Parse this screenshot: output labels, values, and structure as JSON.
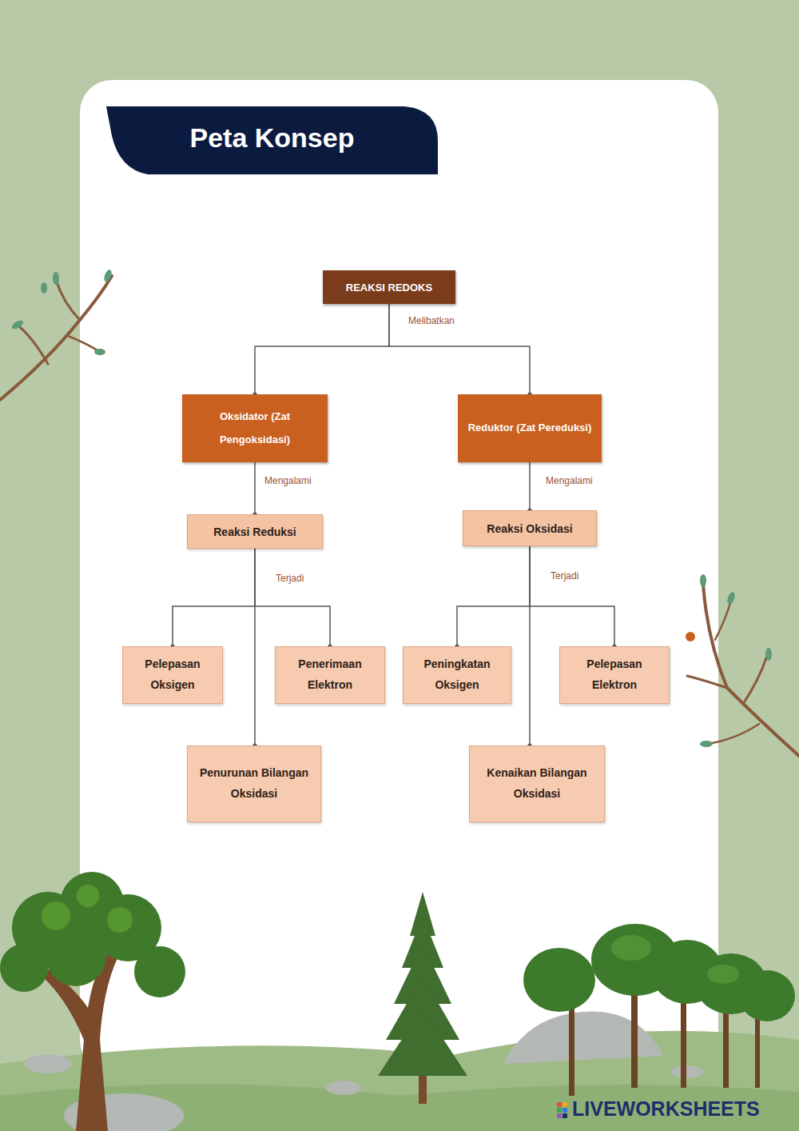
{
  "diagram": {
    "title": "Peta Konsep",
    "nodes": [
      {
        "text": [
          "REAKSI REDOKS"
        ]
      },
      {
        "text": [
          "Oksidator (Zat Pengoksidasi)"
        ]
      },
      {
        "text": [
          "Reduktor (Zat Pereduksi)"
        ]
      },
      {
        "text": [
          "Reaksi Reduksi"
        ]
      },
      {
        "text": [
          "Reaksi Oksidasi"
        ]
      },
      {
        "text": [
          "Pelepasan Oksigen"
        ]
      },
      {
        "text": [
          "Penerimaan Elektron"
        ]
      },
      {
        "text": [
          "Penurunan Bilangan Oksidasi"
        ]
      },
      {
        "text": [
          "Peningkatan Oksigen"
        ]
      },
      {
        "text": [
          "Pelepasan Elektron"
        ]
      },
      {
        "text": [
          "Kenaikan Bilangan Oksidasi"
        ]
      }
    ],
    "edges": [
      {
        "from": 0,
        "to": 1,
        "label": "Melibatkan",
        "arrow": "to"
      },
      {
        "from": 0,
        "to": 2,
        "arrow": "to"
      },
      {
        "from": 1,
        "to": 3,
        "label": "Mengalami",
        "arrow": "to"
      },
      {
        "from": 2,
        "to": 4,
        "label": "Mengalami",
        "arrow": "to"
      },
      {
        "from": 3,
        "to": 5,
        "label": "Terjadi",
        "arrow": "to"
      },
      {
        "from": 3,
        "to": 6,
        "arrow": "to"
      },
      {
        "from": 3,
        "to": 7,
        "arrow": "to"
      },
      {
        "from": 4,
        "to": 8,
        "label": "Terjadi",
        "arrow": "to"
      },
      {
        "from": 4,
        "to": 9,
        "arrow": "to"
      },
      {
        "from": 4,
        "to": 10,
        "arrow": "to"
      }
    ],
    "labels": [
      "LIVEWORKSHEETS"
    ]
  }
}
